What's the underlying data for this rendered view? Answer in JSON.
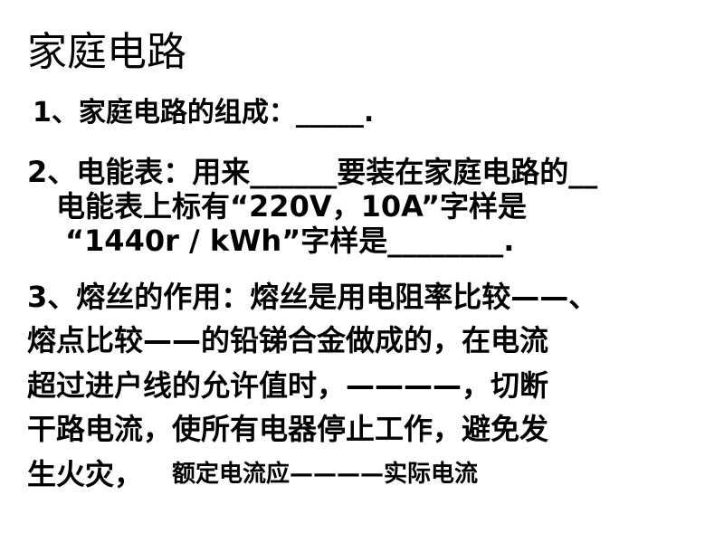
{
  "slide": {
    "title": "家庭电路",
    "item1": "1、家庭电路的组成：_____.",
    "item2": {
      "line1": "2、电能表：用来______要装在家庭电路的__",
      "line2": "电能表上标有“220V，10A”字样是",
      "line3": "“1440r / kWh”字样是________."
    },
    "item3": {
      "line1": "3、熔丝的作用：熔丝是用电阻率比较——、",
      "line2": "熔点比较——的铅锑合金做成的，在电流",
      "line3": "超过进户线的允许值时，————，切断",
      "line4": "干路电流，使所有电器停止工作，避免发",
      "line5a": "生火灾，",
      "line5b": "额定电流应————实际电流"
    }
  }
}
